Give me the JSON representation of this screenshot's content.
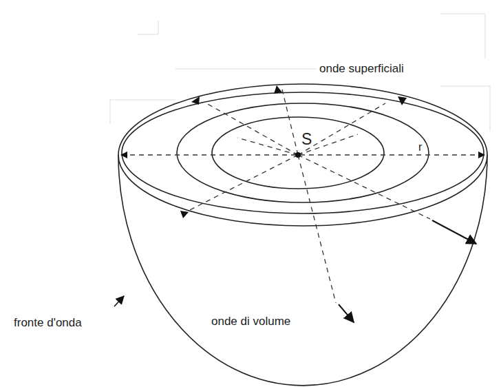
{
  "diagram": {
    "labels": [
      "onde superficiali",
      "S",
      "r",
      "fronte d'onda",
      "onde di volume"
    ]
  }
}
